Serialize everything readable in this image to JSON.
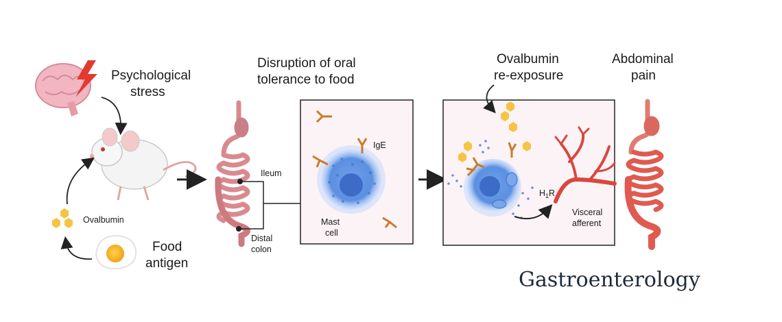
{
  "labels": {
    "psychological_stress": [
      "Psychological",
      "stress"
    ],
    "ovalbumin": "Ovalbumin",
    "food_antigen": [
      "Food",
      "antigen"
    ],
    "disruption": [
      "Disruption of oral",
      "tolerance to food"
    ],
    "ileum": "Ileum",
    "distal_colon": [
      "Distal",
      "colon"
    ],
    "ige": "IgE",
    "mast_cell": [
      "Mast",
      "cell"
    ],
    "reexposure": [
      "Ovalbumin",
      "re-exposure"
    ],
    "h1r_main": "H",
    "h1r_sub": "1",
    "h1r_tail": "R",
    "visceral_afferent": [
      "Visceral",
      "afferent"
    ],
    "abdominal_pain": [
      "Abdominal",
      "pain"
    ],
    "brand": "Gastroenterology"
  },
  "colors": {
    "gut": "#d98a8f",
    "gut_inflamed": "#e05a4f",
    "panel_bg": "#fbf3f5",
    "mast_cell": "#5b8fe0",
    "antibody": "#c97a2a",
    "antigen": "#f6c343",
    "nerve": "#d9473f"
  }
}
